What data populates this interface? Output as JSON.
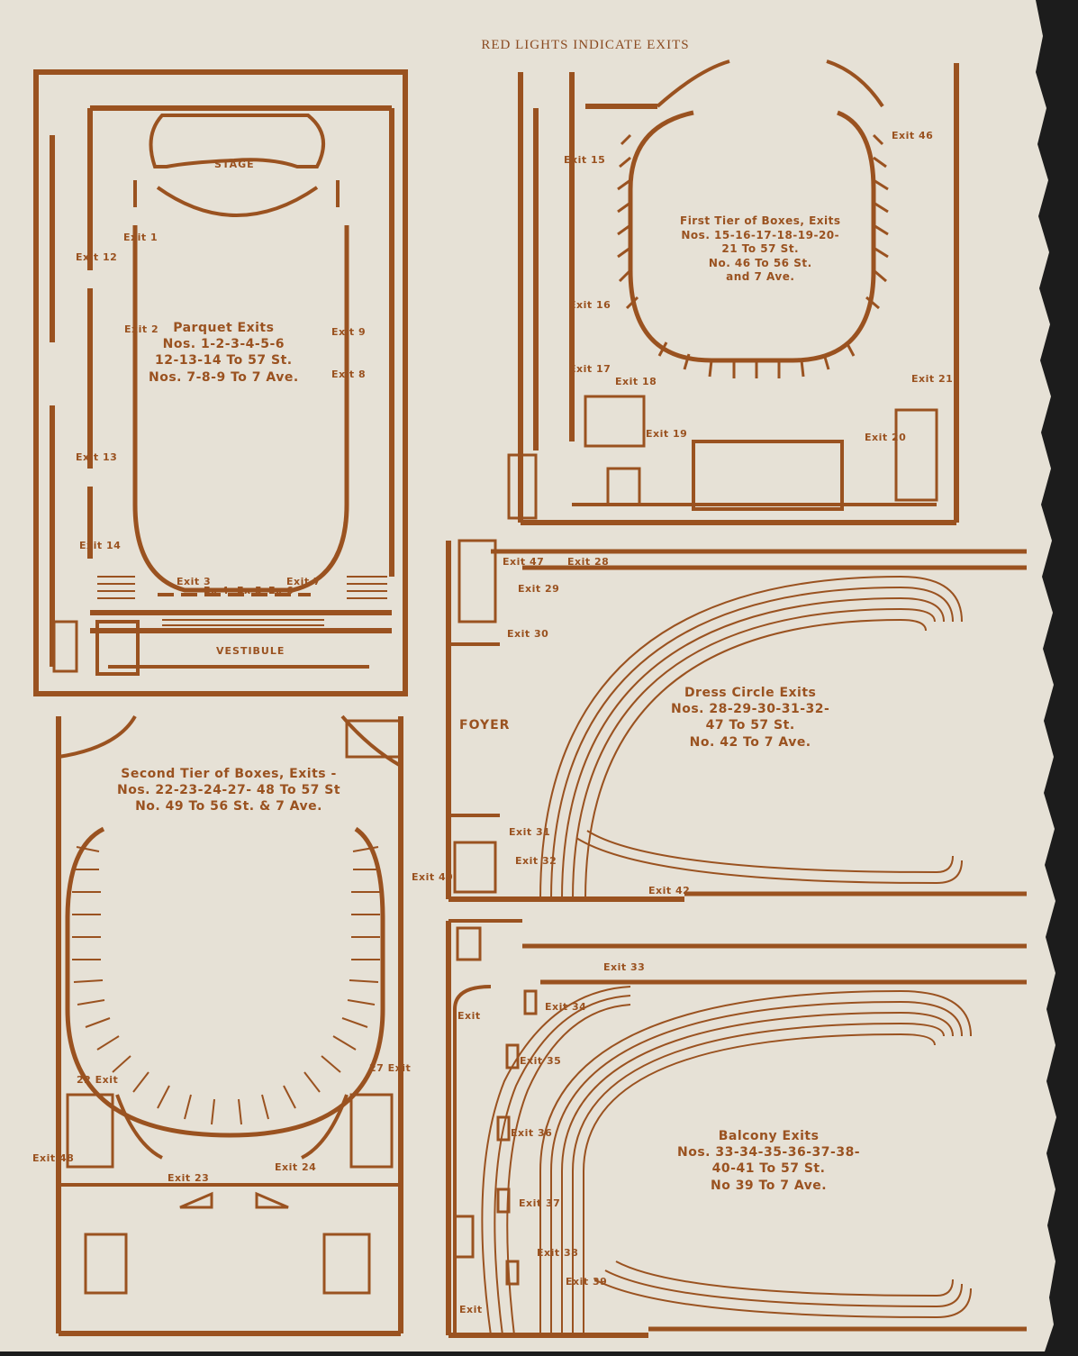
{
  "header": "RED LIGHTS INDICATE EXITS",
  "colors": {
    "paper": "#e6e1d6",
    "ink": "#9a5220",
    "background": "#1c1c1c"
  },
  "plans": {
    "parquet": {
      "title": [
        "Parquet Exits",
        "Nos. 1-2-3-4-5-6",
        "12-13-14 To 57 St.",
        "Nos. 7-8-9 To 7 Ave."
      ],
      "stage": "STAGE",
      "vestibule": "VESTIBULE",
      "exits": [
        "Exit 1",
        "Exit 2",
        "Exit 12",
        "Exit 9",
        "Exit 8",
        "Exit 13",
        "Exit 14",
        "Exit 3",
        "Ex 4",
        "Ex 5",
        "Ex 6",
        "Exit 7"
      ]
    },
    "first_tier": {
      "title": [
        "First Tier of Boxes, Exits",
        "Nos. 15-16-17-18-19-20-",
        "21 To 57 St.",
        "No. 46 To 56 St.",
        "and 7 Ave."
      ],
      "exits": [
        "Exit 15",
        "Exit 16",
        "Exit 17",
        "Exit 18",
        "Exit 19",
        "Exit 20",
        "Exit 21",
        "Exit 46"
      ]
    },
    "dress_circle": {
      "title": [
        "Dress Circle Exits",
        "Nos. 28-29-30-31-32-",
        "47 To 57 St.",
        "No. 42 To 7 Ave."
      ],
      "foyer": "FOYER",
      "exits": [
        "Exit 47",
        "Exit 28",
        "Exit 29",
        "Exit 30",
        "Exit 31",
        "Exit 32",
        "Exit 42"
      ]
    },
    "second_tier": {
      "title": [
        "Second Tier of Boxes, Exits -",
        "Nos. 22-23-24-27- 48 To 57 St",
        "No. 49 To 56 St. & 7 Ave."
      ],
      "exits": [
        "Exit 49",
        "22 Exit",
        "27 Exit",
        "Exit 48",
        "Exit 23",
        "Exit 24"
      ]
    },
    "balcony": {
      "title": [
        "Balcony Exits",
        "Nos. 33-34-35-36-37-38-",
        "40-41 To 57 St.",
        "No 39 To 7 Ave."
      ],
      "exits": [
        "Exit 33",
        "Exit",
        "Exit 34",
        "Exit 35",
        "Exit 36",
        "Exit 37",
        "Exit 38",
        "Exit",
        "Exit 39"
      ]
    }
  }
}
